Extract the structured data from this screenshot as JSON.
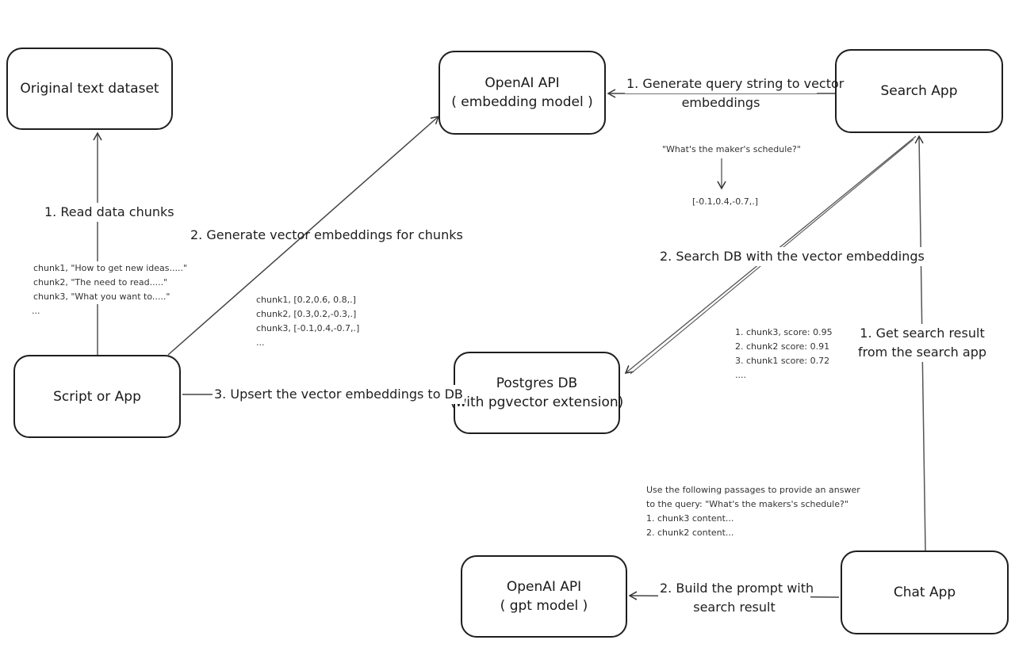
{
  "boxes": {
    "original_dataset": {
      "line1": "Original text dataset"
    },
    "openai_embedding": {
      "line1": "OpenAI API",
      "line2": "( embedding model )"
    },
    "search_app": {
      "line1": "Search App"
    },
    "script_or_app": {
      "line1": "Script or App"
    },
    "postgres_db": {
      "line1": "Postgres DB",
      "line2": "(with pgvector extension)"
    },
    "openai_gpt": {
      "line1": "OpenAI API",
      "line2": "( gpt model )"
    },
    "chat_app": {
      "line1": "Chat App"
    }
  },
  "labels": {
    "read_chunks": "1. Read data chunks",
    "generate_embeddings": "2. Generate vector embeddings for chunks",
    "upsert": "3. Upsert the vector embeddings  to DB",
    "query_to_vector": {
      "line1": "1. Generate query string to vector",
      "line2": "embeddings"
    },
    "search_db": "2. Search DB with the vector embeddings",
    "get_result": {
      "line1": "1. Get search result",
      "line2": "from the search app"
    },
    "build_prompt": {
      "line1": "2. Build the prompt with",
      "line2": "search result"
    }
  },
  "notes": {
    "chunks": [
      "chunk1, \"How to get new ideas.....\"",
      "chunk2, \"The need to read.....\"",
      "chunk3, \"What you want to.....\"",
      "..."
    ],
    "vectors": [
      "chunk1, [0.2,0.6, 0.8,.]",
      "chunk2, [0.3,0.2,-0.3,.]",
      "chunk3, [-0.1,0.4,-0.7,.]",
      "..."
    ],
    "query_example": "\"What's the maker's schedule?\"",
    "query_vector": "[-0.1,0.4,-0.7,.]",
    "scores": [
      "1. chunk3, score: 0.95",
      "2. chunk2 score: 0.91",
      "3. chunk1 score: 0.72",
      "...."
    ],
    "prompt": [
      "Use the following passages to provide an answer",
      "to the query: \"What's the makers's schedule?\"",
      "1. chunk3 content...",
      "2. chunk2 content..."
    ]
  }
}
